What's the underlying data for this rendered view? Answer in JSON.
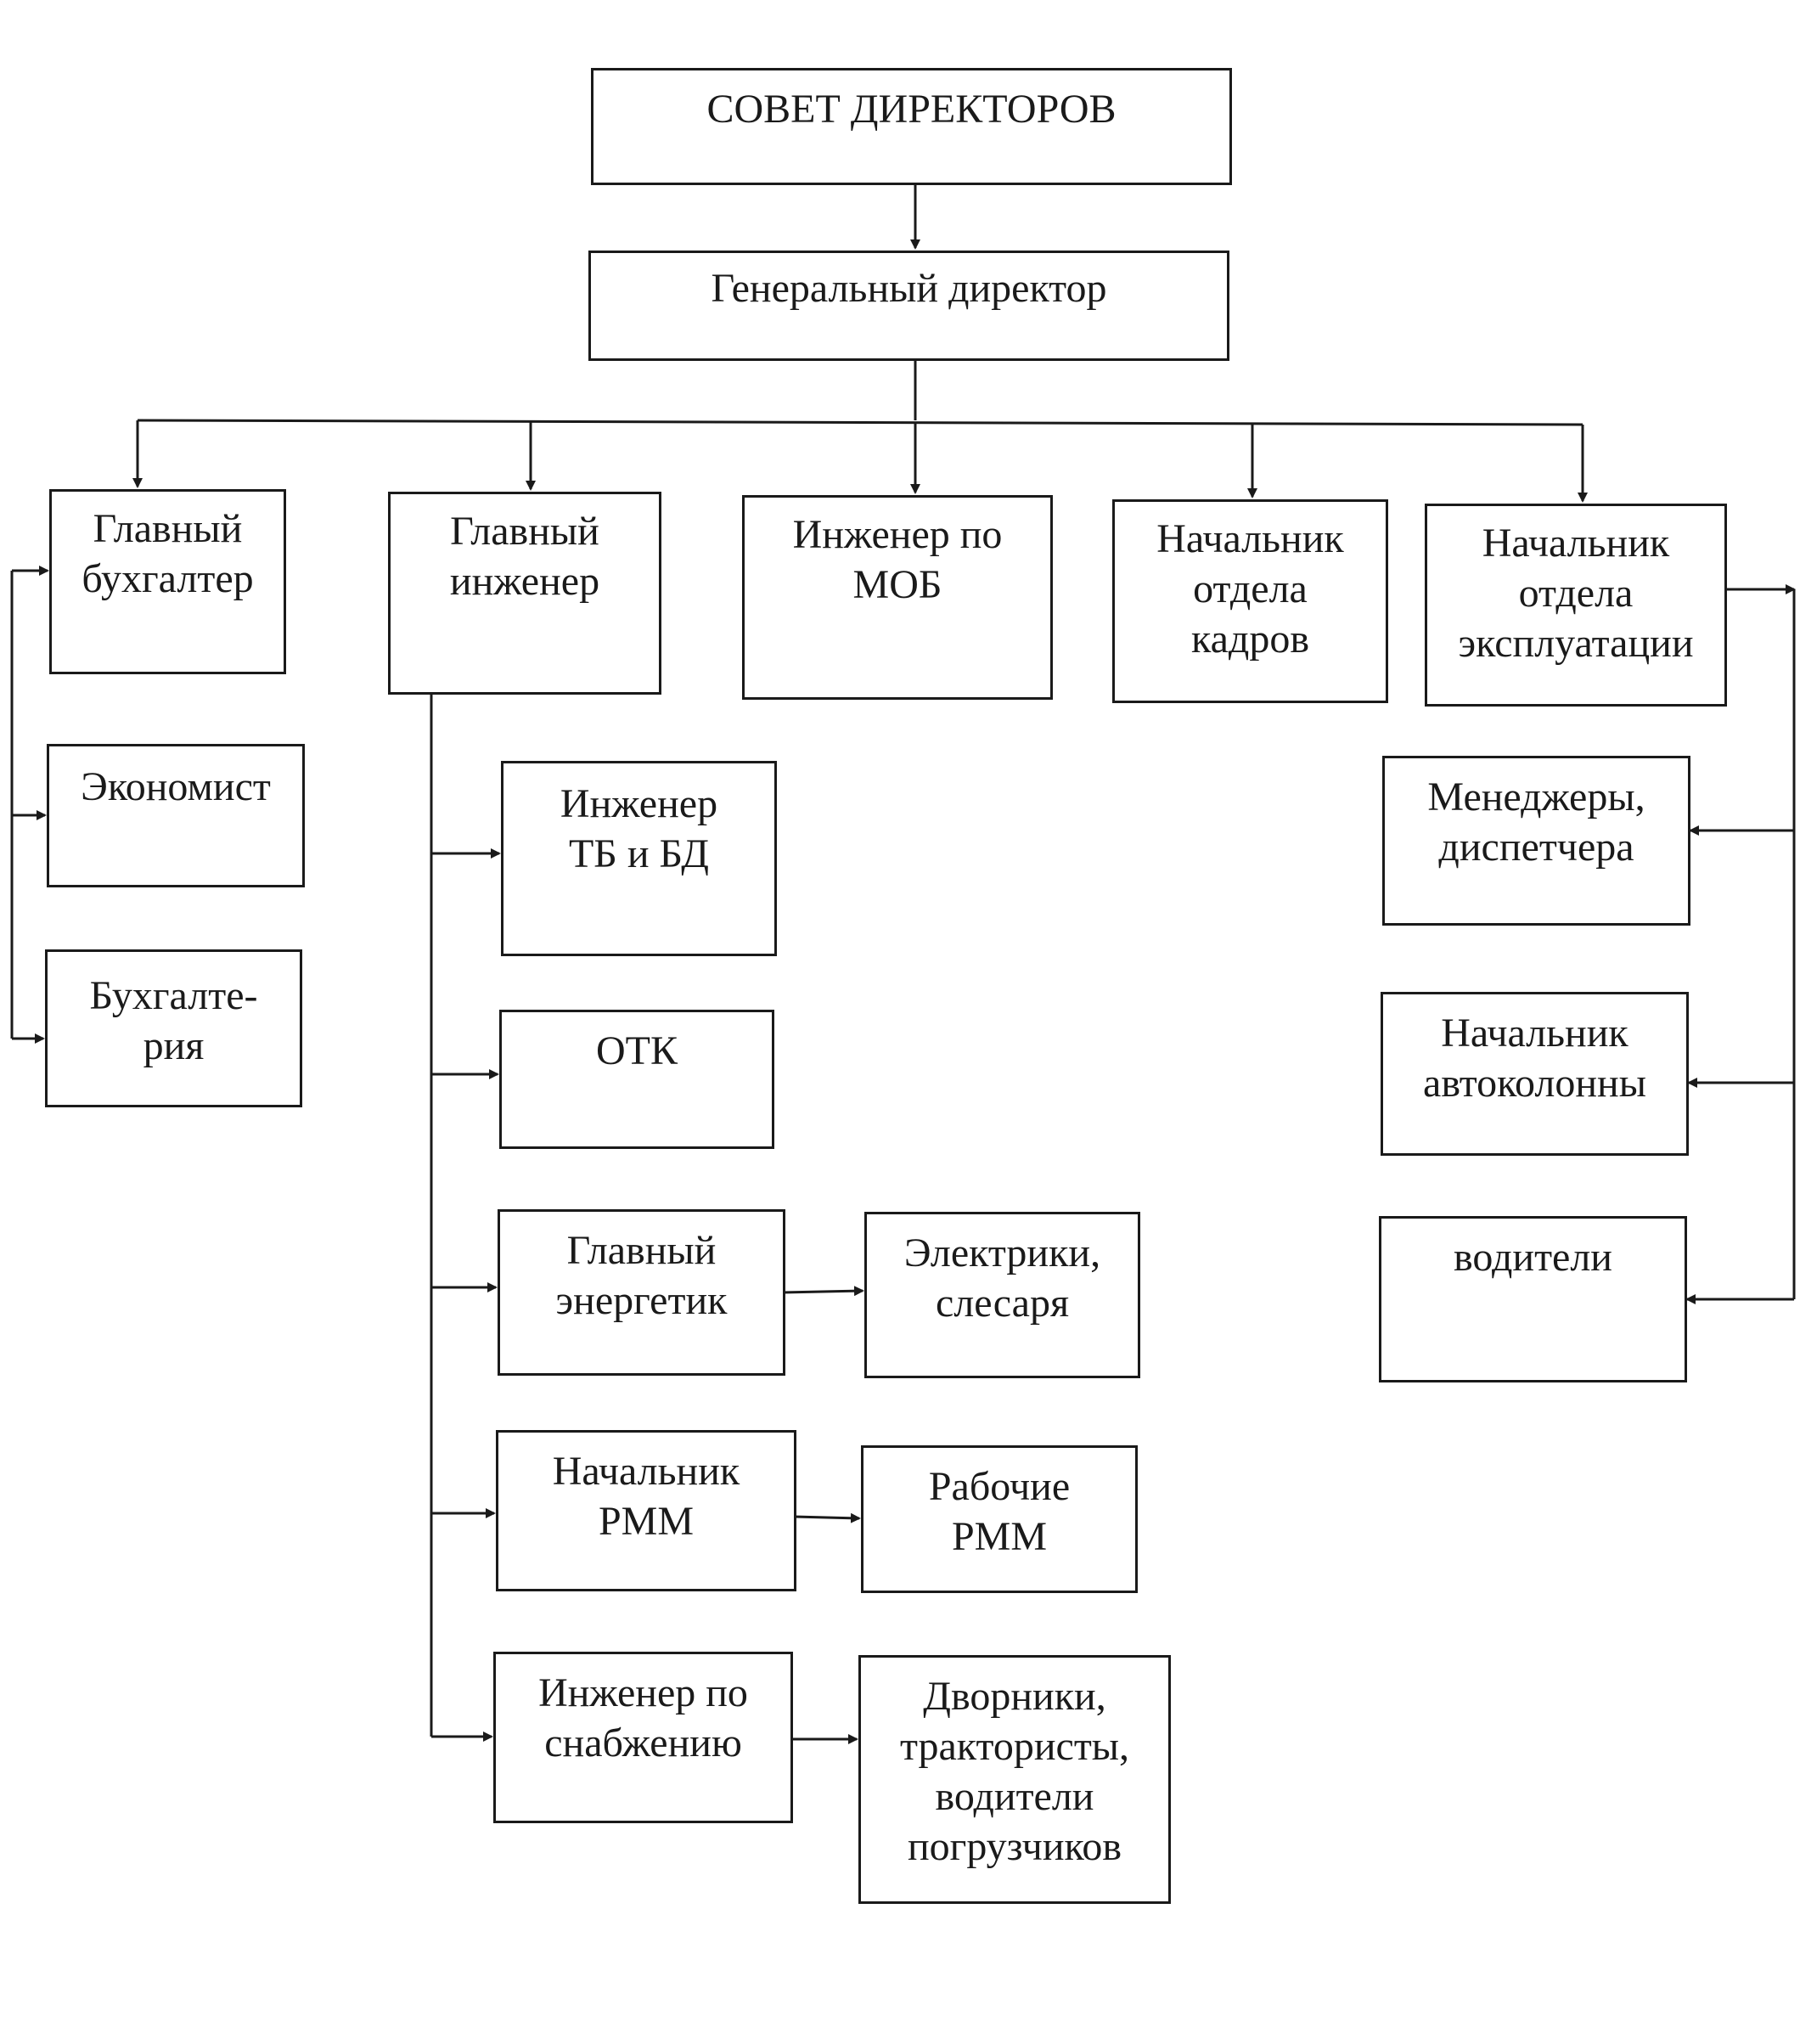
{
  "nodes": {
    "board": "СОВЕТ ДИРЕКТОРОВ",
    "general_director": "Генеральный директор",
    "chief_accountant": "Главный\nбухгалтер",
    "chief_engineer": "Главный\nинженер",
    "mob_engineer": "Инженер по\nМОБ",
    "hr_head": "Начальник\nотдела\nкадров",
    "operations_head": "Начальник\nотдела\nэксплуатации",
    "economist": "Экономист",
    "accounting": "Бухгалте-\nрия",
    "safety_engineer": "Инженер\nТБ и БД",
    "otk": "ОТК",
    "chief_power_engineer": "Главный\nэнергетик",
    "electricians": "Электрики,\nслесаря",
    "rmm_head": "Начальник\nРММ",
    "rmm_workers": "Рабочие\nРММ",
    "supply_engineer": "Инженер по\nснабжению",
    "janitors": "Дворники,\nтрактористы,\nводители\nпогрузчиков",
    "managers": "Менеджеры,\nдиспетчера",
    "convoy_head": "Начальник\nавтоколонны",
    "drivers": "водители"
  },
  "colors": {
    "line": "#1a1a1a",
    "background": "#ffffff"
  }
}
